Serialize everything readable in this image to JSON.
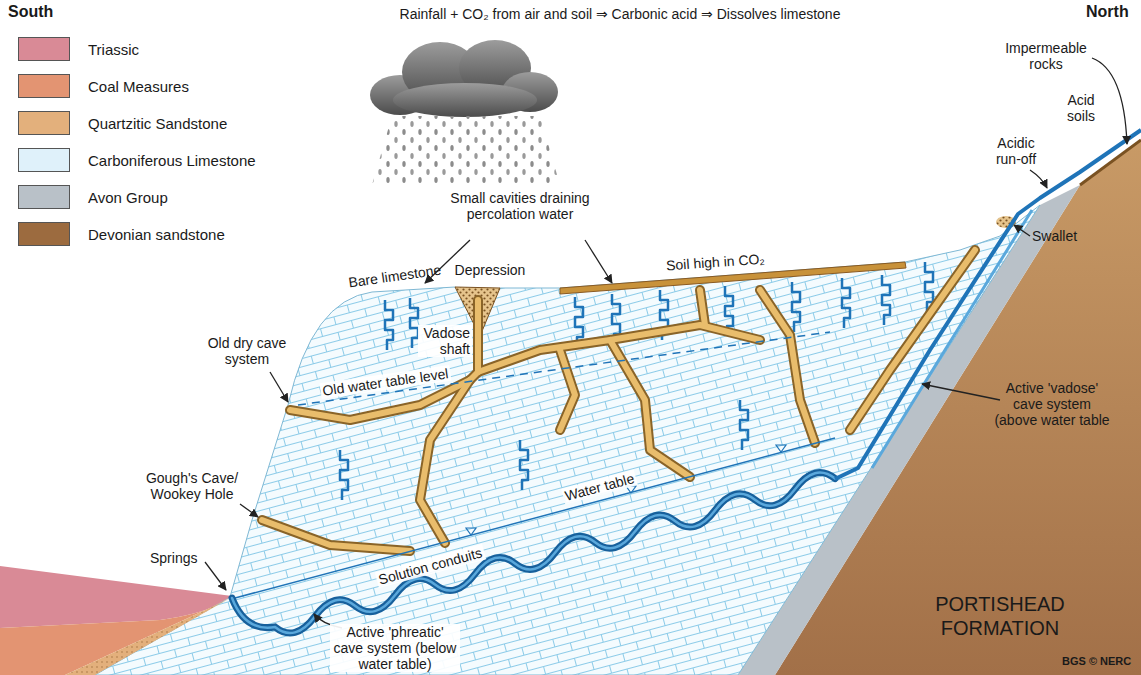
{
  "diagram": {
    "title": "Rainfall + CO₂ from air and soil ⇒ Carbonic acid ⇒ Dissolves limestone",
    "labels": [
      "South",
      "North",
      "Impermeable rocks",
      "Acid soils",
      "Acidic run-off",
      "Small cavities draining percolation water",
      "Depression",
      "Soil high in CO₂",
      "Bare limestone",
      "Vadose shaft",
      "Old water table level",
      "Old dry cave system",
      "Gough's Cave/ Wookey Hole",
      "Springs",
      "Water table",
      "Solution conduits",
      "Active 'phreatic' cave system (below water table)",
      "Swallet",
      "Active 'vadose' cave system (above water table",
      "PORTISHEAD FORMATION",
      "BGS © NERC"
    ],
    "legend": [
      {
        "text": "Triassic",
        "color": "#d98a96"
      },
      {
        "text": "Coal Measures",
        "color": "#e39472"
      },
      {
        "text": "Quartzitic Sandstone",
        "color": "#e3b07c"
      },
      {
        "text": "Carboniferous Limestone",
        "color": "#dff1fa"
      },
      {
        "text": "Avon Group",
        "color": "#b9c1c8"
      },
      {
        "text": "Devonian sandstone",
        "color": "#9c6b3f"
      }
    ]
  }
}
